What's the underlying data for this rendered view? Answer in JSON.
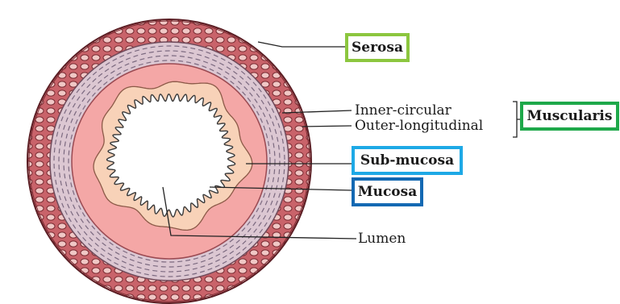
{
  "labels": {
    "serosa": "Serosa",
    "inner_circular": "Inner-circular",
    "outer_longitudinal": "Outer-longitudinal",
    "muscularis": "Muscularis",
    "sub_mucosa": "Sub-mucosa",
    "mucosa": "Mucosa",
    "lumen": "Lumen"
  },
  "colors": {
    "serosa_box": "#8cc63f",
    "muscularis_box": "#1ea84a",
    "sub_mucosa_box": "#1ea9e6",
    "mucosa_box": "#1369b3",
    "outer_layer": "#c9636a",
    "muscular_layer": "#dcc7d2",
    "submucosa_layer": "#f4a7a6",
    "mucosa_layer": "#f8d2b8",
    "lumen": "#ffffff"
  }
}
